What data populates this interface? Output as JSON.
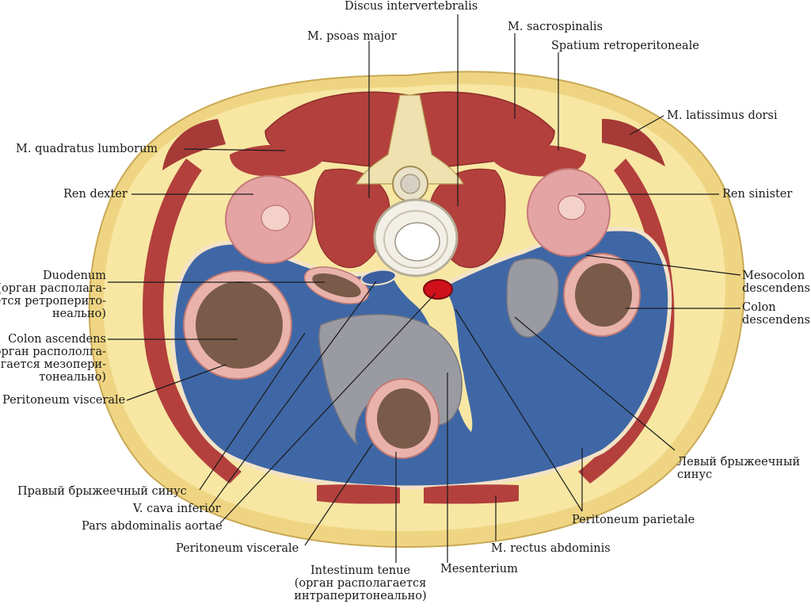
{
  "labels": {
    "discus": "Discus intervertebralis",
    "psoas": "M. psoas major",
    "sacrospinalis": "M. sacrospinalis",
    "spatium": "Spatium retroperitoneale",
    "latissimus": "M. latissimus dorsi",
    "quadratus": "M. quadratus lumborum",
    "ren_dexter": "Ren dexter",
    "ren_sinister": "Ren sinister",
    "duodenum": "Duodenum\n(орган располага-\nется ретроперито-\nнеально)",
    "mesocolon": "Mesocolon\ndescendens",
    "colon_desc": "Colon\ndescendens",
    "colon_asc": "Colon ascendens\n(орган распололга-\nгается мезопери-\nтонеально)",
    "perit_visc_left": "Peritoneum viscerale",
    "levy_sinus": "Левый брыжеечный\nсинус",
    "pravy_sinus": "Правый брыжеечный синус",
    "vena_cava": "V. cava inferior",
    "aorta": "Pars abdominalis aortae",
    "perit_visc_bottom": "Peritoneum viscerale",
    "perit_parietale": "Peritoneum parietale",
    "rectus": "M. rectus abdominis",
    "mesenterium": "Mesenterium",
    "intestinum": "Intestinum tenue\n(орган располагается\nинтраперитонеально)"
  },
  "colors": {
    "skin": "#f1d98a",
    "fat": "#f7e7a3",
    "muscle": "#b3403d",
    "muscle_dark": "#8f2d2b",
    "cavity": "#3f67a6",
    "cavity_light": "#6d8fc4",
    "kidney": "#e4a4a4",
    "intestine": "#9a9aa2",
    "bowel_wall": "#e9b3ac",
    "bowel_inner": "#7a5a48",
    "vertebra": "#f3efe3",
    "aorta": "#d0101a",
    "line": "#1a1a1a"
  }
}
